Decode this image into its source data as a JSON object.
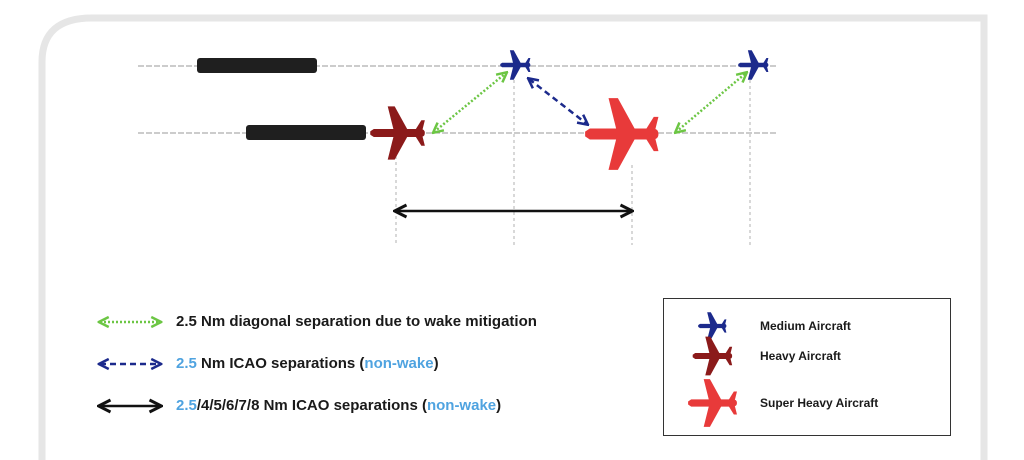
{
  "colors": {
    "green": "#6cc644",
    "navy": "#1c2a8c",
    "black": "#111111",
    "highlight_blue": "#4fa3e0",
    "medium_aircraft": "#1c2a8c",
    "heavy_aircraft": "#8b1a1a",
    "super_heavy_aircraft": "#e83a3a",
    "runway_bar": "#1f1f1f",
    "guide_line": "#9a9a9a"
  },
  "legend": {
    "green_row": {
      "text": "2.5 Nm diagonal separation due to wake mitigation"
    },
    "blue_row": {
      "part1": "2.5",
      "part2": " Nm ICAO separations (",
      "part3": "non-wake",
      "part4": ")"
    },
    "black_row": {
      "part1": "2.5",
      "part2": "/4/5/6/7/8 Nm ICAO separations (",
      "part3": "non-wake",
      "part4": ")"
    }
  },
  "key": {
    "medium": {
      "label": "Medium Aircraft",
      "icon": "medium-aircraft-icon"
    },
    "heavy": {
      "label": "Heavy Aircraft",
      "icon": "heavy-aircraft-icon"
    },
    "super_heavy": {
      "label": "Super Heavy Aircraft",
      "icon": "super-heavy-aircraft-icon"
    }
  }
}
